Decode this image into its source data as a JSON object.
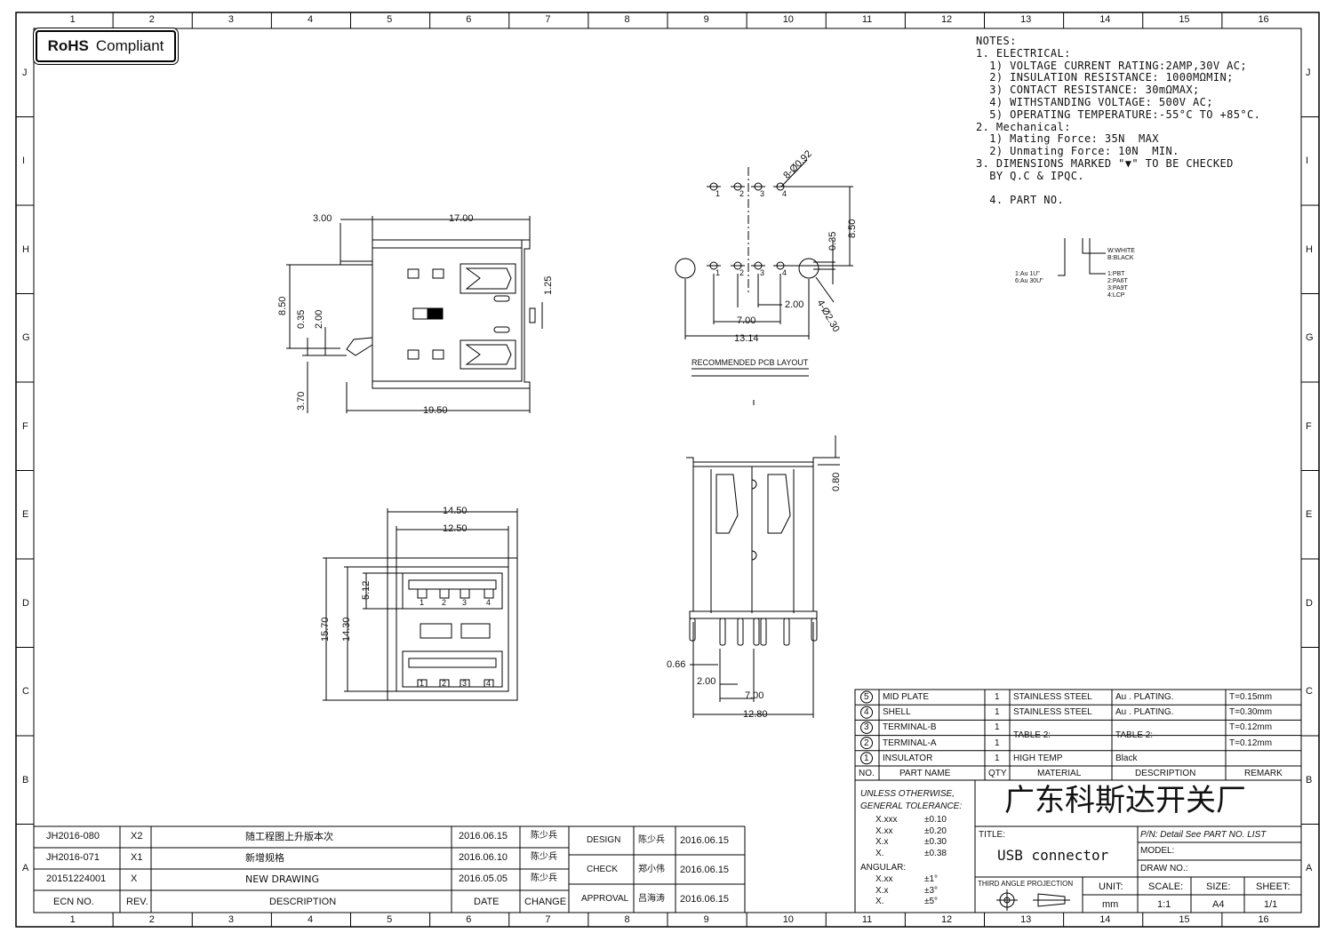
{
  "compliance_badge": {
    "bold": "RoHS",
    "text": "Compliant"
  },
  "zones": {
    "columns": [
      "1",
      "2",
      "3",
      "4",
      "5",
      "6",
      "7",
      "8",
      "9",
      "10",
      "11",
      "12",
      "13",
      "14",
      "15",
      "16"
    ],
    "rows": [
      "J",
      "I",
      "H",
      "G",
      "F",
      "E",
      "D",
      "C",
      "B",
      "A"
    ]
  },
  "notes": {
    "heading": "NOTES:",
    "lines": [
      "1. ELECTRICAL:",
      "  1) VOLTAGE CURRENT RATING:2AMP,30V AC;",
      "  2) INSULATION RESISTANCE: 1000MΩMIN;",
      "  3) CONTACT RESISTANCE: 30mΩMAX;",
      "  4) WITHSTANDING VOLTAGE: 500V AC;",
      "  5) OPERATING TEMPERATURE:-55°C TO +85°C.",
      "2. Mechanical:",
      "  1) Mating Force: 35N  MAX",
      "  2) Unmating Force: 10N  MIN.",
      "3. DIMENSIONS MARKED \"▼\" TO BE CHECKED",
      "  BY Q.C & IPQC.",
      "",
      "  4. PART NO."
    ]
  },
  "part_no_code": {
    "left": [
      "1:Au 1U\"",
      "6:Au 30U\""
    ],
    "color": [
      "W:WHITE",
      "B:BLACK"
    ],
    "material": [
      "1:PBT",
      "2:PA6T",
      "3:PA9T",
      "4:LCP"
    ]
  },
  "pcb_layout": {
    "caption": "RECOMMENDED PCB LAYOUT",
    "dims": [
      "8-Ø0.92",
      "8.50",
      "0.35",
      "2.00",
      "7.00",
      "13.14",
      "4-Ø2.30"
    ],
    "pins_top": [
      "1",
      "2",
      "3",
      "4"
    ],
    "pins_bottom": [
      "1",
      "2",
      "3",
      "4"
    ]
  },
  "side_view": {
    "dims": [
      "3.00",
      "17.00",
      "1.25",
      "8.50",
      "0.35",
      "2.00",
      "3.70",
      "19.50"
    ]
  },
  "front_view": {
    "dims": [
      "14.50",
      "12.50",
      "5.12",
      "15.70",
      "14.30"
    ],
    "pins_top": [
      "1",
      "2",
      "3",
      "4"
    ],
    "pins_bottom": [
      "1",
      "2",
      "3",
      "4"
    ]
  },
  "rear_view": {
    "dims": [
      "0.80",
      "0.66",
      "2.00",
      "7.00",
      "12.80"
    ]
  },
  "bom": {
    "rows": [
      {
        "no": "5",
        "part": "MID PLATE",
        "qty": "1",
        "material": "STAINLESS STEEL",
        "desc": "Au . PLATING.",
        "remark": "T=0.15mm"
      },
      {
        "no": "4",
        "part": "SHELL",
        "qty": "1",
        "material": "STAINLESS STEEL",
        "desc": "Au . PLATING.",
        "remark": "T=0.30mm"
      },
      {
        "no": "3",
        "part": "TERMINAL-B",
        "qty": "1",
        "material": "TABLE 2:",
        "desc": "TABLE 2:",
        "remark": "T=0.12mm"
      },
      {
        "no": "2",
        "part": "TERMINAL-A",
        "qty": "1",
        "material": "",
        "desc": "",
        "remark": "T=0.12mm"
      },
      {
        "no": "1",
        "part": "INSULATOR",
        "qty": "1",
        "material": "HIGH TEMP",
        "desc": "Black",
        "remark": ""
      }
    ],
    "headers": {
      "no": "NO.",
      "part": "PART NAME",
      "qty": "QTY",
      "material": "MATERIAL",
      "desc": "DESCRIPTION",
      "remark": "REMARK"
    }
  },
  "tolerance": {
    "title1": "UNLESS OTHERWISE,",
    "title2": "GENERAL TOLERANCE:",
    "linear": [
      [
        "X.xxx",
        "±0.10"
      ],
      [
        "X.xx",
        "±0.20"
      ],
      [
        "X.x",
        "±0.30"
      ],
      [
        "X.",
        "±0.38"
      ]
    ],
    "angular_label": "ANGULAR:",
    "angular": [
      [
        "X.xx",
        "±1°"
      ],
      [
        "X.x",
        "±3°"
      ],
      [
        "X.",
        "±5°"
      ]
    ]
  },
  "title_block": {
    "company": "广东科斯达开关厂",
    "title_label": "TITLE:",
    "title": "USB connector",
    "pn": "P/N: Detail  See  PART  NO.  LIST",
    "model": "MODEL:",
    "draw_no": "DRAW  NO.:",
    "projection": "THIRD  ANGLE  PROJECTION",
    "unit_label": "UNIT:",
    "unit": "mm",
    "scale_label": "SCALE:",
    "scale": "1:1",
    "size_label": "SIZE:",
    "size": "A4",
    "sheet_label": "SHEET:",
    "sheet": "1/1"
  },
  "revisions": {
    "rows": [
      {
        "ecn": "JH2016-080",
        "rev": "X2",
        "desc": "随工程图上升版本次",
        "date": "2016.06.15",
        "change": "陈少兵"
      },
      {
        "ecn": "JH2016-071",
        "rev": "X1",
        "desc": "新增规格",
        "date": "2016.06.10",
        "change": "陈少兵"
      },
      {
        "ecn": "20151224001",
        "rev": "X",
        "desc": "NEW  DRAWING",
        "date": "2016.05.05",
        "change": "陈少兵"
      }
    ],
    "headers": {
      "ecn": "ECN  NO.",
      "rev": "REV.",
      "desc": "DESCRIPTION",
      "date": "DATE",
      "change": "CHANGE"
    }
  },
  "signoff": [
    {
      "role": "DESIGN",
      "name": "陈少兵",
      "date": "2016.06.15"
    },
    {
      "role": "CHECK",
      "name": "郑小伟",
      "date": "2016.06.15"
    },
    {
      "role": "APPROVAL",
      "name": "吕海涛",
      "date": "2016.06.15"
    }
  ]
}
